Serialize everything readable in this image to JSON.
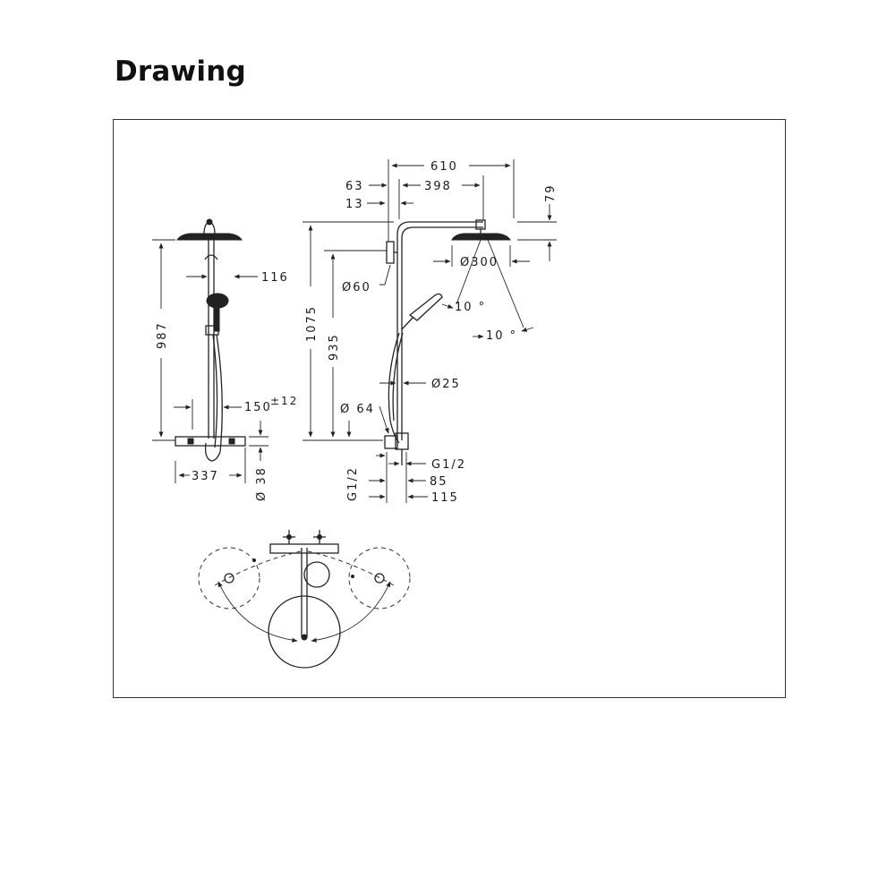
{
  "heading": "Drawing",
  "dims": {
    "d610": "610",
    "d63": "63",
    "d398": "398",
    "d13": "13",
    "d79": "79",
    "d300": "Ø300",
    "d60": "Ø60",
    "d116": "116",
    "d987": "987",
    "d1075": "1075",
    "d935": "935",
    "d10a": "10 °",
    "d10b": "10 °",
    "d25": "Ø25",
    "d150": "150",
    "d150tol": "±12",
    "d64": "Ø 64",
    "g12a": "G1/2",
    "g12b": "G1/2",
    "d85": "85",
    "d115": "115",
    "d337": "337",
    "d38": "Ø 38"
  }
}
